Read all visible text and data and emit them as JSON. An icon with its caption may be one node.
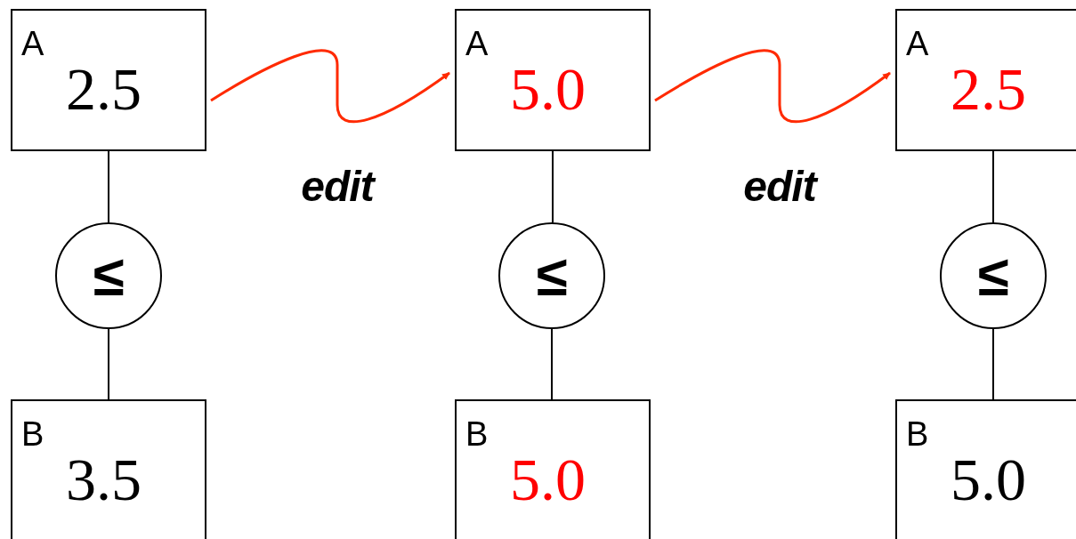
{
  "diagram": {
    "nodes": [
      {
        "text": [
          "A",
          "2.5"
        ]
      },
      {
        "text": [
          "A",
          "5.0"
        ]
      },
      {
        "text": [
          "A",
          "2.5"
        ]
      },
      {
        "text": [
          "≤"
        ]
      },
      {
        "text": [
          "≤"
        ]
      },
      {
        "text": [
          "≤"
        ]
      },
      {
        "text": [
          "B",
          "3.5"
        ]
      },
      {
        "text": [
          "B",
          "5.0"
        ]
      },
      {
        "text": [
          "B",
          "5.0"
        ]
      }
    ],
    "edges": [
      {
        "from": 0,
        "to": 1,
        "arrow": "to",
        "label": "edit",
        "color": "#ff2a00"
      },
      {
        "from": 1,
        "to": 2,
        "arrow": "to",
        "label": "edit",
        "color": "#ff2a00"
      },
      {
        "from": 0,
        "to": 3,
        "arrow": "none"
      },
      {
        "from": 3,
        "to": 6,
        "arrow": "none"
      },
      {
        "from": 1,
        "to": 4,
        "arrow": "none"
      },
      {
        "from": 4,
        "to": 7,
        "arrow": "none"
      },
      {
        "from": 2,
        "to": 5,
        "arrow": "none"
      },
      {
        "from": 5,
        "to": 8,
        "arrow": "none"
      }
    ]
  }
}
